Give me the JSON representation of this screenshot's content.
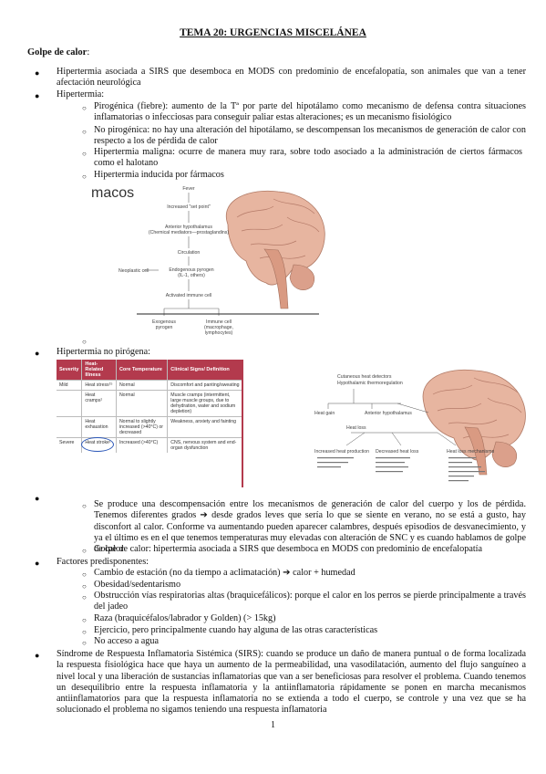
{
  "title": "TEMA 20: URGENCIAS MISCELÁNEA",
  "section_label": "Golpe de calor",
  "section_colon": ":",
  "bullets": {
    "sirs_def": "Hipertermia asociada a SIRS que desemboca en MODS con predominio de encefalopatía, son animales que van a tener afectación neurológica",
    "hipertermia": "Hipertermia:",
    "pirogenica": "Pirogénica (fiebre): aumento de la Tª por parte del hipotálamo como mecanismo de defensa contra situaciones inflamatorias o infecciosas para conseguir paliar estas alteraciones; es un mecanismo fisiológico",
    "no_pirogenica": "No pirogénica: no hay una alteración del hipotálamo, se descompensan los mecanismos de generación de calor con respecto a los de pérdida de calor",
    "maligna": "Hipertermia maligna: ocurre de manera muy rara, sobre todo asociado a la administración de ciertos fármacos como el halotano",
    "farmacos": "Hipertermia inducida por fármacos",
    "no_pirogena": "Hipertermia no pirógena:",
    "descompensacion": "Se produce una descompensación entre los mecanismos de generación de calor del cuerpo y los de pérdida. Tenemos diferentes grados ➔ desde grados leves que sería lo que se siente en verano, no se está a gusto, hay disconfort al calor. Conforme va aumentando pueden aparecer calambres, después episodios de desvanecimiento, y ya el último es en el que tenemos temperaturas muy elevadas con alteración de SNC y es cuando hablamos de golpe de calor",
    "golpe_calor": "Golpe de calor: hipertermia asociada a SIRS que desemboca en MODS con predominio de encefalopatía",
    "factores": "Factores predisponentes:",
    "cambio": "Cambio de estación (no da tiempo a aclimatación) ➔ calor + humedad",
    "obesidad": "Obesidad/sedentarismo",
    "obstruccion": "Obstrucción vías respiratorias altas (braquicefálicos): porque el calor en los perros se pierde principalmente a través del jadeo",
    "raza": "Raza (braquicéfalos/labrador y Golden) (> 15kg)",
    "ejercicio": "Ejercicio, pero principalmente cuando hay alguna de las otras características",
    "agua": "No acceso a agua",
    "sirs": "Síndrome de Respuesta Inflamatoria Sistémica (SIRS): cuando se produce un daño de manera puntual o de forma localizada la respuesta fisiológica hace que haya un aumento de la permeabilidad, una vasodilatación, aumento del flujo sanguíneo a nivel local y una liberación de sustancias inflamatorias que van a ser beneficiosas para resolver el problema. Cuando tenemos un desequilibrio entre la respuesta inflamatoria y la antiinflamatoria rápidamente se ponen en marcha mecanismos antiinflamatorios para que la respuesta inflamatoria no se extienda a todo el cuerpo, se controle y una vez que se ha solucionado el problema no sigamos teniendo una respuesta inflamatoria"
  },
  "figure1": {
    "macos": "macos",
    "fever": "Fever",
    "set_point": "Increased \"set point\"",
    "anterior1": "Anterior hypothalamus",
    "anterior2": "(Chemical mediators—prostaglandins)",
    "circulation": "Circulation",
    "neoplastic": "Neoplastic cell",
    "endogenous1": "Endogenous pyrogen",
    "endogenous2": "(IL-1, others)",
    "activated": "Activated immune cell",
    "exogenous1": "Exogenous",
    "exogenous2": "pyrogen",
    "immune1": "Immune cell",
    "immune2": "(macrophage,",
    "immune3": "lymphocytes)"
  },
  "table": {
    "headers": [
      "Severity",
      "Heat-Related Illness",
      "Core Temperature",
      "Clinical Signs/ Definition"
    ],
    "rows": [
      [
        "Mild",
        "Heat stress¹⁵",
        "Normal",
        "Discomfort and panting/sweating"
      ],
      [
        "",
        "Heat cramps¹",
        "Normal",
        "Muscle cramps (intermittent, large muscle groups, due to dehydration, water and sodium depletion)"
      ],
      [
        "",
        "Heat exhaustion",
        "Normal to slightly increased (>40°C) or decreased",
        "Weakness, anxiety and fainting"
      ],
      [
        "Severe",
        "Heat stroke¹",
        "Increased (>40°C)",
        "CNS, nervous system and end-organ dysfunction"
      ]
    ]
  },
  "figure2": {
    "n1": "Cutaneous heat detectors",
    "n2": "Hypothalamic thermoregulation",
    "n3": "Anterior hypothalamus",
    "n4": "Heat gain",
    "n5": "Heat loss",
    "n6": "Increased heat production",
    "n7": "Decreased heat loss",
    "n8": "Heat loss mechanisms"
  },
  "page_number": "1"
}
